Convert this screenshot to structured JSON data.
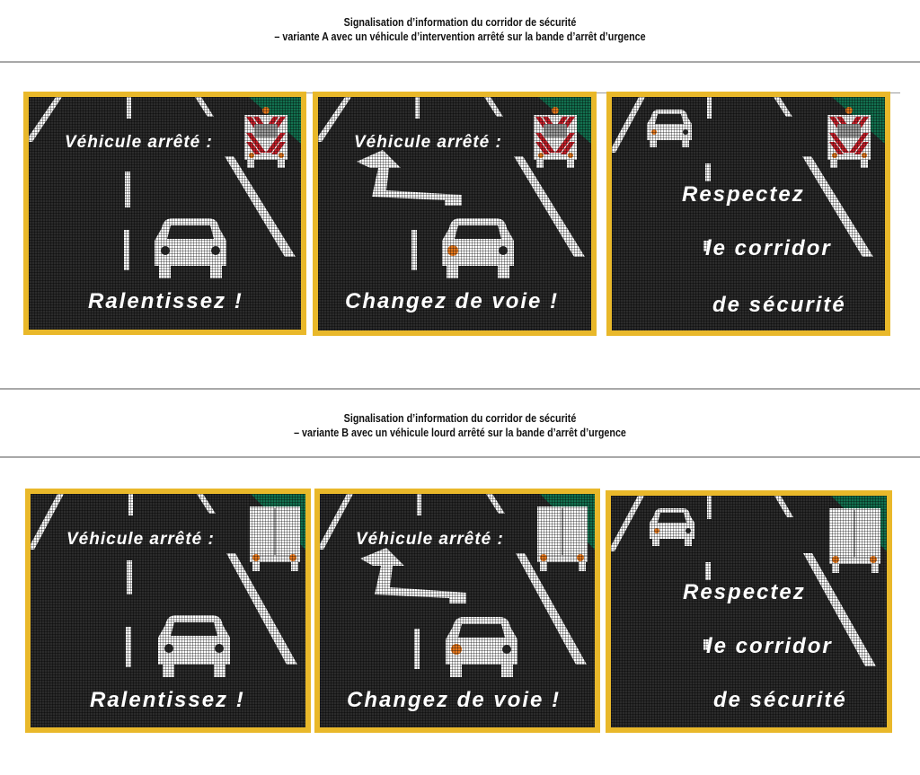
{
  "section_a": {
    "title_line1": "Signalisation d’information du corridor de sécurité",
    "title_line2": "– variante A avec un véhicule d’intervention arrêté sur la bande d’arrêt d’urgence",
    "vehicle_type": "intervention-vehicle-chevrons",
    "panels": [
      {
        "top_text": "Véhicule arrêté :",
        "bottom_text": "Ralentissez !",
        "pictogram": "car-front",
        "arrow": false
      },
      {
        "top_text": "Véhicule arrêté :",
        "bottom_text": "Changez de voie !",
        "pictogram": "car-front-with-flashing-light",
        "arrow": true
      },
      {
        "line1": "Respectez",
        "line2": "le corridor",
        "line3": "de sécurité",
        "pictogram": "small-car-left-lane"
      }
    ]
  },
  "section_b": {
    "title_line1": "Signalisation d’information du corridor de sécurité",
    "title_line2": "– variante B avec un véhicule lourd arrêté sur la bande d’arrêt d’urgence",
    "vehicle_type": "heavy-truck-rear",
    "panels": [
      {
        "top_text": "Véhicule arrêté :",
        "bottom_text": "Ralentissez !",
        "pictogram": "car-front",
        "arrow": false
      },
      {
        "top_text": "Véhicule arrêté :",
        "bottom_text": "Changez de voie !",
        "pictogram": "car-front-with-flashing-light",
        "arrow": true
      },
      {
        "line1": "Respectez",
        "line2": "le corridor",
        "line3": "de sécurité",
        "pictogram": "small-car-left-lane"
      }
    ]
  },
  "colors": {
    "panel_border": "#e9b82a",
    "panel_background": "#2b2b2b",
    "shoulder_green": "#13704f",
    "marking_white": "#ffffff",
    "flash_orange": "#e87a1e",
    "chevron_red": "#c8202a",
    "window_grey": "#9e9e9e"
  }
}
